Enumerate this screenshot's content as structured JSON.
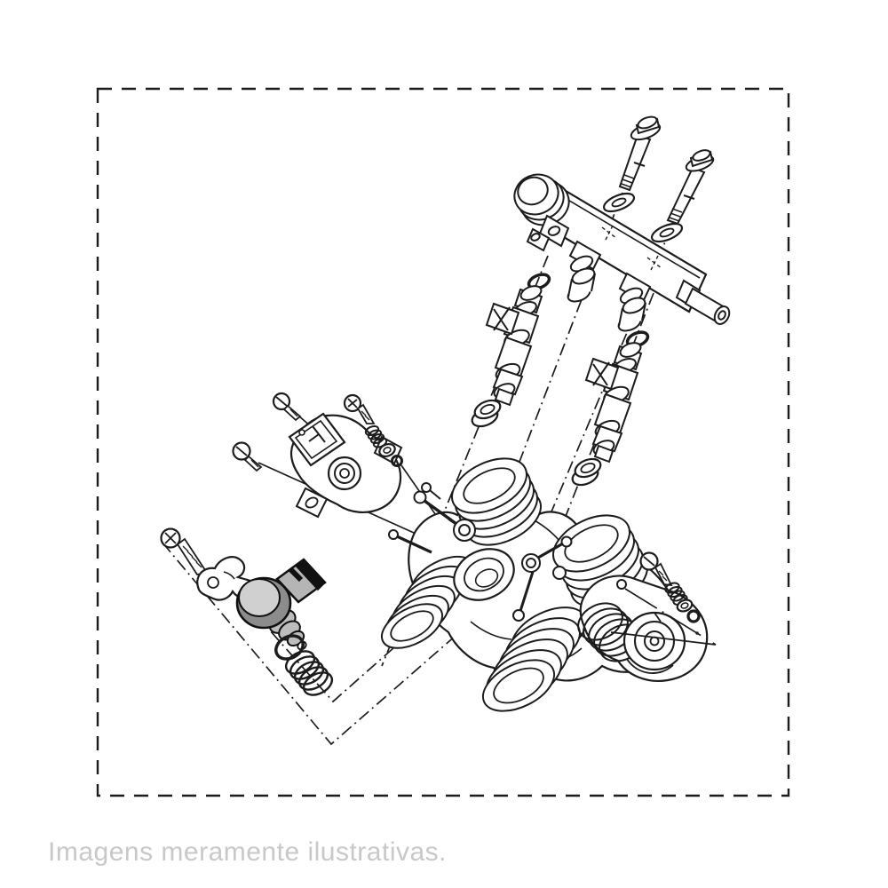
{
  "caption": {
    "text": "Imagens meramente ilustrativas.",
    "color": "#c8c8c8"
  },
  "frame": {
    "style": "dashed",
    "color": "#1c1c1c"
  },
  "diagram": {
    "kind": "exploded-parts-technical-illustration",
    "subject": "throttle body assembly with fuel rail, injectors, sensors and fasteners",
    "line_color": "#1c1c1c",
    "sensor_colors": {
      "body": "#bdbdbd",
      "ring": "#8c8c8c",
      "face": "#d0d0d0",
      "connector": "#111111"
    },
    "parts": [
      {
        "id": "mounting-bolt-a",
        "label": "flange bolt (long)"
      },
      {
        "id": "mounting-bolt-b",
        "label": "flange bolt (long)"
      },
      {
        "id": "washer-a",
        "label": "washer"
      },
      {
        "id": "washer-b",
        "label": "washer"
      },
      {
        "id": "fuel-rail",
        "label": "fuel delivery rail with end cap and inlet pipe"
      },
      {
        "id": "rubber-damper-a",
        "label": "rubber spacer"
      },
      {
        "id": "rubber-damper-b",
        "label": "rubber spacer"
      },
      {
        "id": "injector-o-ring-a",
        "label": "injector o-ring"
      },
      {
        "id": "injector-o-ring-b",
        "label": "injector o-ring"
      },
      {
        "id": "fuel-injector-left",
        "label": "fuel injector"
      },
      {
        "id": "fuel-injector-right",
        "label": "fuel injector"
      },
      {
        "id": "cushion-ring-a",
        "label": "injector seat cushion"
      },
      {
        "id": "cushion-ring-b",
        "label": "injector seat cushion"
      },
      {
        "id": "throttle-position-sensor",
        "label": "throttle position sensor with screws"
      },
      {
        "id": "air-screw-left",
        "label": "adjust screw, spring, washer, o-ring set"
      },
      {
        "id": "air-screw-right",
        "label": "adjust screw, spring, washer, o-ring set"
      },
      {
        "id": "bracket-screw",
        "label": "screw"
      },
      {
        "id": "cable-bracket",
        "label": "retainer bracket"
      },
      {
        "id": "pressure-sensor",
        "label": "sensor (shaded)"
      },
      {
        "id": "sensor-o-ring",
        "label": "o-ring"
      },
      {
        "id": "coil-spring",
        "label": "coil spring"
      },
      {
        "id": "throttle-body",
        "label": "twin-bore throttle body with linkage and pulley"
      },
      {
        "id": "guide-centerlines",
        "label": "assembly center lines"
      },
      {
        "id": "pointer-arrow",
        "label": "location arrow"
      }
    ]
  }
}
